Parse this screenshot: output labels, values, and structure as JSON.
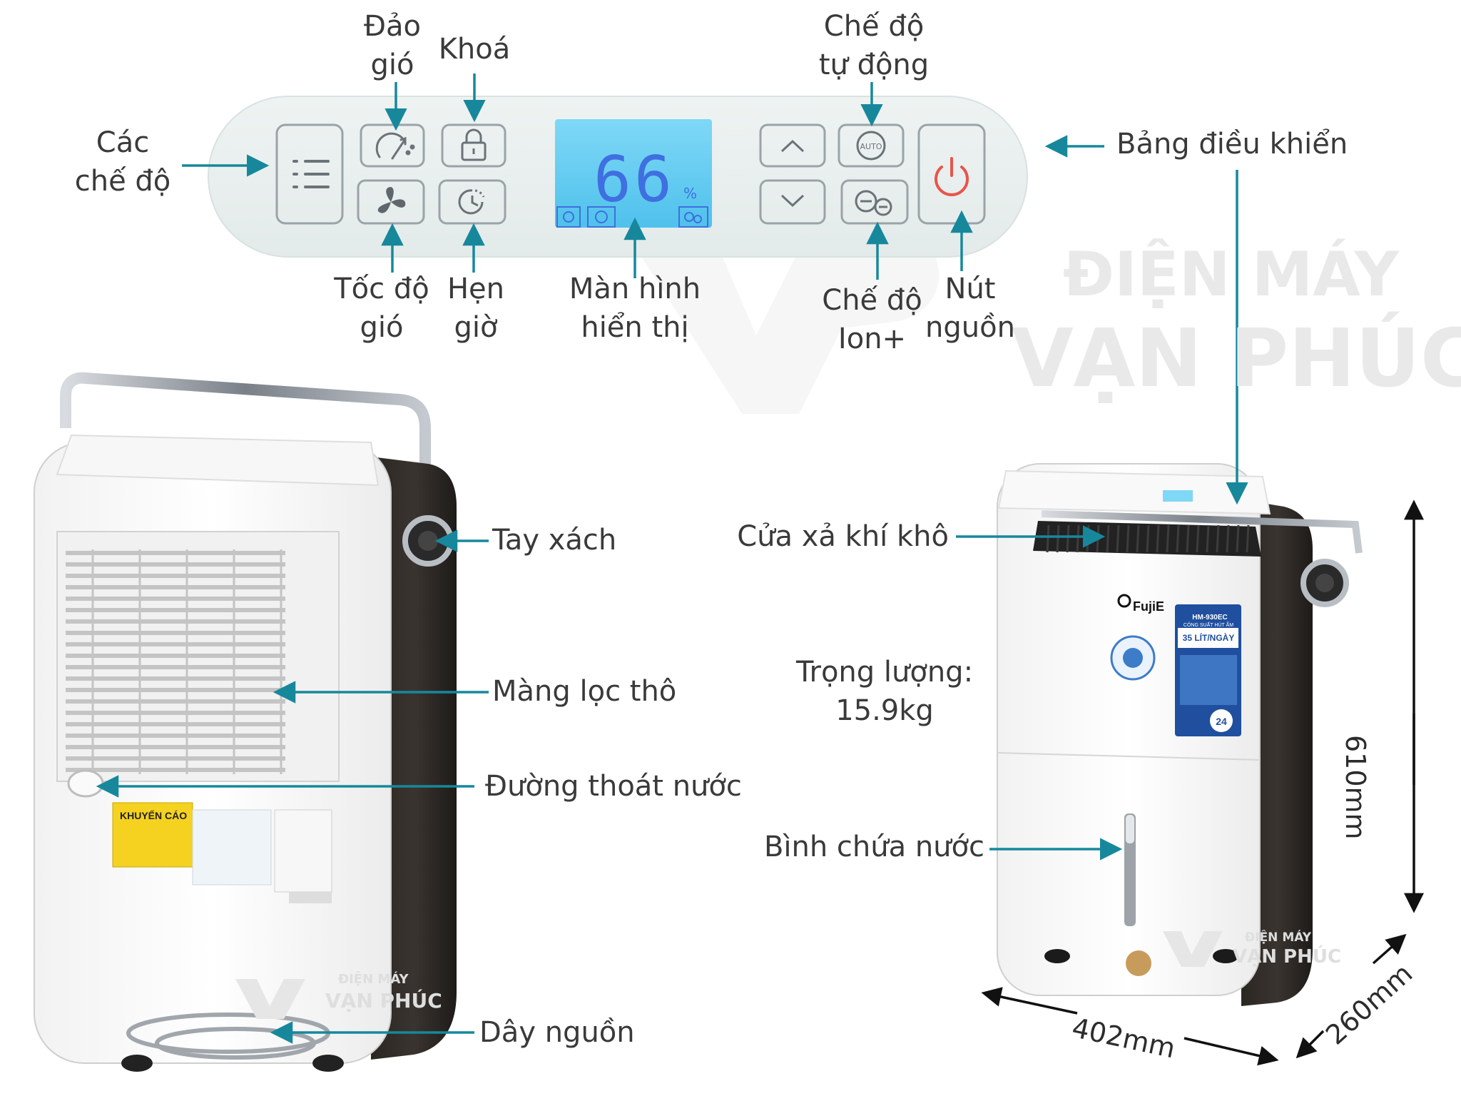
{
  "watermark": {
    "line1": "ĐIỆN MÁY",
    "line2": "VẠN PHÚC",
    "small1": "ĐIỆN MÁY",
    "small2": "VẠN PHÚC"
  },
  "display": {
    "value": "66",
    "unit": "%"
  },
  "panel_labels": {
    "cac_che_do": [
      "Các",
      "chế độ"
    ],
    "dao_gio": [
      "Đảo",
      "gió"
    ],
    "khoa": [
      "Khoá"
    ],
    "toc_do_gio": [
      "Tốc độ",
      "gió"
    ],
    "hen_gio": [
      "Hẹn",
      "giờ"
    ],
    "man_hinh": [
      "Màn hình",
      "hiển thị"
    ],
    "che_do_tu_dong": [
      "Chế độ",
      "tự động"
    ],
    "che_do_ion": [
      "Chế độ",
      "Ion+"
    ],
    "nut_nguon": [
      "Nút",
      "nguồn"
    ],
    "bang_dieu_khien": "Bảng điều khiển"
  },
  "auto_button_text": "AUTO",
  "left_unit_labels": {
    "tay_xach": "Tay xách",
    "mang_loc_tho": "Màng lọc thô",
    "duong_thoat_nuoc": "Đường thoát nước",
    "day_nguon": "Dây nguồn"
  },
  "right_unit_labels": {
    "cua_xa_khi_kho": "Cửa xả khí khô",
    "trong_luong": [
      "Trọng lượng:",
      "15.9kg"
    ],
    "binh_chua_nuoc": "Bình chứa nước"
  },
  "dimensions": {
    "height": "610mm",
    "width": "402mm",
    "depth": "260mm"
  },
  "stickers": {
    "warning": "KHUYẾN CÁO",
    "brand": "FujiE",
    "model": "HM-930EC",
    "capacity_caption": "CÔNG SUẤT HÚT ẨM",
    "capacity": "35 LÍT/NGÀY",
    "hours": "24"
  },
  "colors": {
    "teal_arrow": "#17889c",
    "lcd": "#6fd0f2",
    "power_red": "#e8544a"
  }
}
